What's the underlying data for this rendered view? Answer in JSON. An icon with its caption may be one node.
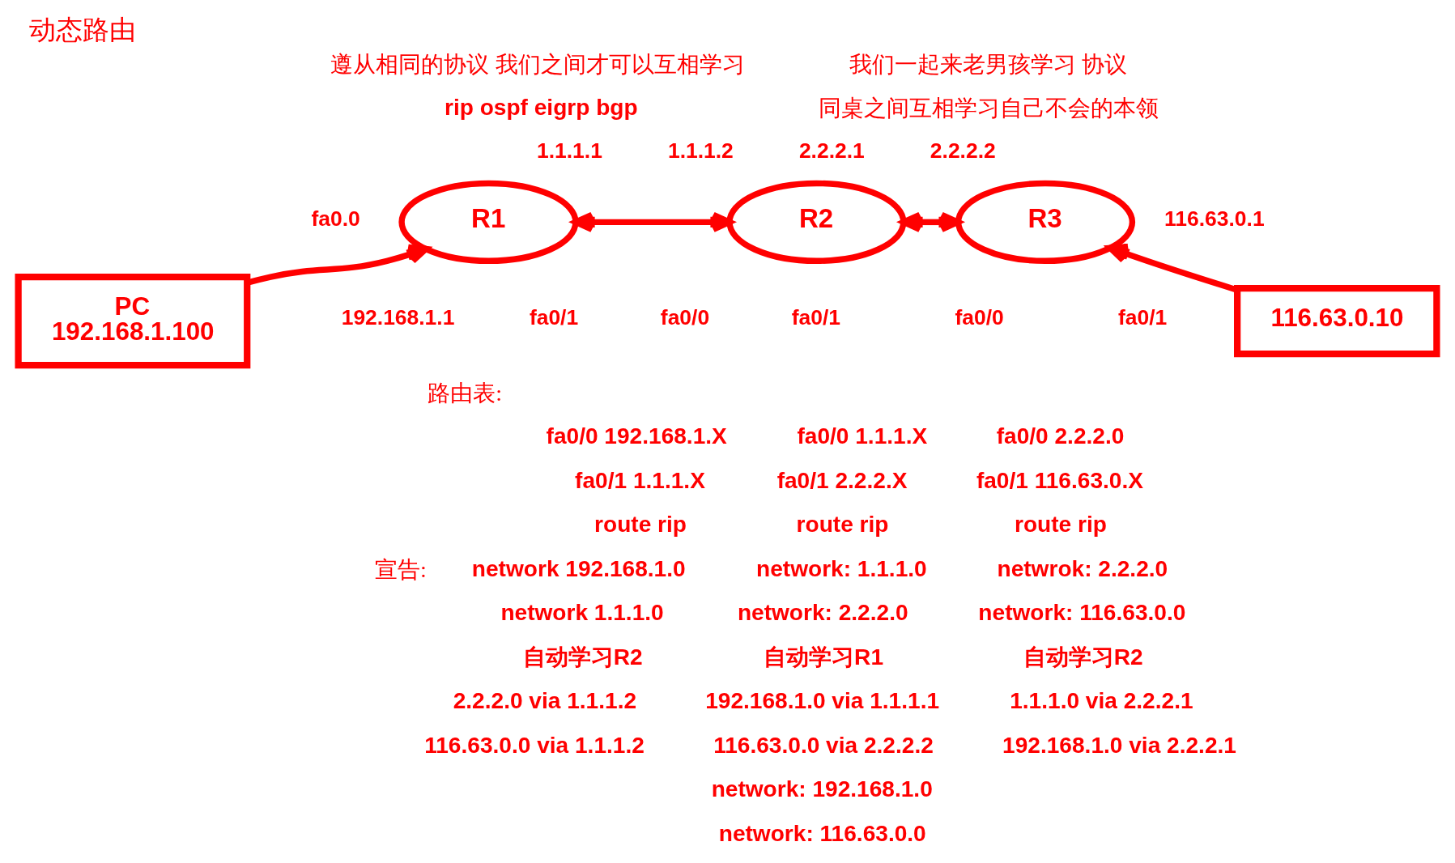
{
  "diagram": {
    "title": "动态路由",
    "nodes": [
      {
        "text": [
          "R1"
        ],
        "beside": [
          "1.1.1.1",
          "fa0.0",
          "fa0/1",
          "192.168.1.1"
        ]
      },
      {
        "text": [
          "R2"
        ],
        "beside": [
          "1.1.1.2",
          "2.2.2.1",
          "fa0/0",
          "fa0/1"
        ]
      },
      {
        "text": [
          "R3"
        ],
        "beside": [
          "2.2.2.2",
          "fa0/0",
          "116.63.0.1",
          "fa0/1"
        ]
      },
      {
        "text": [
          "PC",
          "192.168.1.100"
        ]
      },
      {
        "text": [
          "116.63.0.10"
        ]
      }
    ],
    "edges": [
      {
        "from": 3,
        "to": 0,
        "arrow": "to"
      },
      {
        "from": 0,
        "to": 1,
        "arrow": "both"
      },
      {
        "from": 1,
        "to": 2,
        "arrow": "both"
      },
      {
        "from": 4,
        "to": 2,
        "arrow": "to"
      }
    ],
    "labels": [
      "遵从相同的协议 我们之间才可以互相学习",
      "我们一起来老男孩学习 协议",
      "rip ospf eigrp bgp",
      "同桌之间互相学习自己不会的本领",
      "路由表:",
      "fa0/0 192.168.1.X",
      "fa0/1 1.1.1.X",
      "route rip",
      "宣告:",
      "network 192.168.1.0",
      "network 1.1.1.0",
      "自动学习R2",
      "2.2.2.0 via 1.1.1.2",
      "116.63.0.0 via 1.1.1.2",
      "fa0/0 1.1.1.X",
      "fa0/1 2.2.2.X",
      "route rip",
      "network: 1.1.1.0",
      "network: 2.2.2.0",
      "自动学习R1",
      "192.168.1.0 via 1.1.1.1",
      "116.63.0.0 via 2.2.2.2",
      "network: 192.168.1.0",
      "network: 116.63.0.0",
      "fa0/0 2.2.2.0",
      "fa0/1 116.63.0.X",
      "route rip",
      "netwrok: 2.2.2.0",
      "network: 116.63.0.0",
      "自动学习R2",
      "1.1.1.0 via 2.2.2.1",
      "192.168.1.0 via 2.2.2.1"
    ]
  }
}
